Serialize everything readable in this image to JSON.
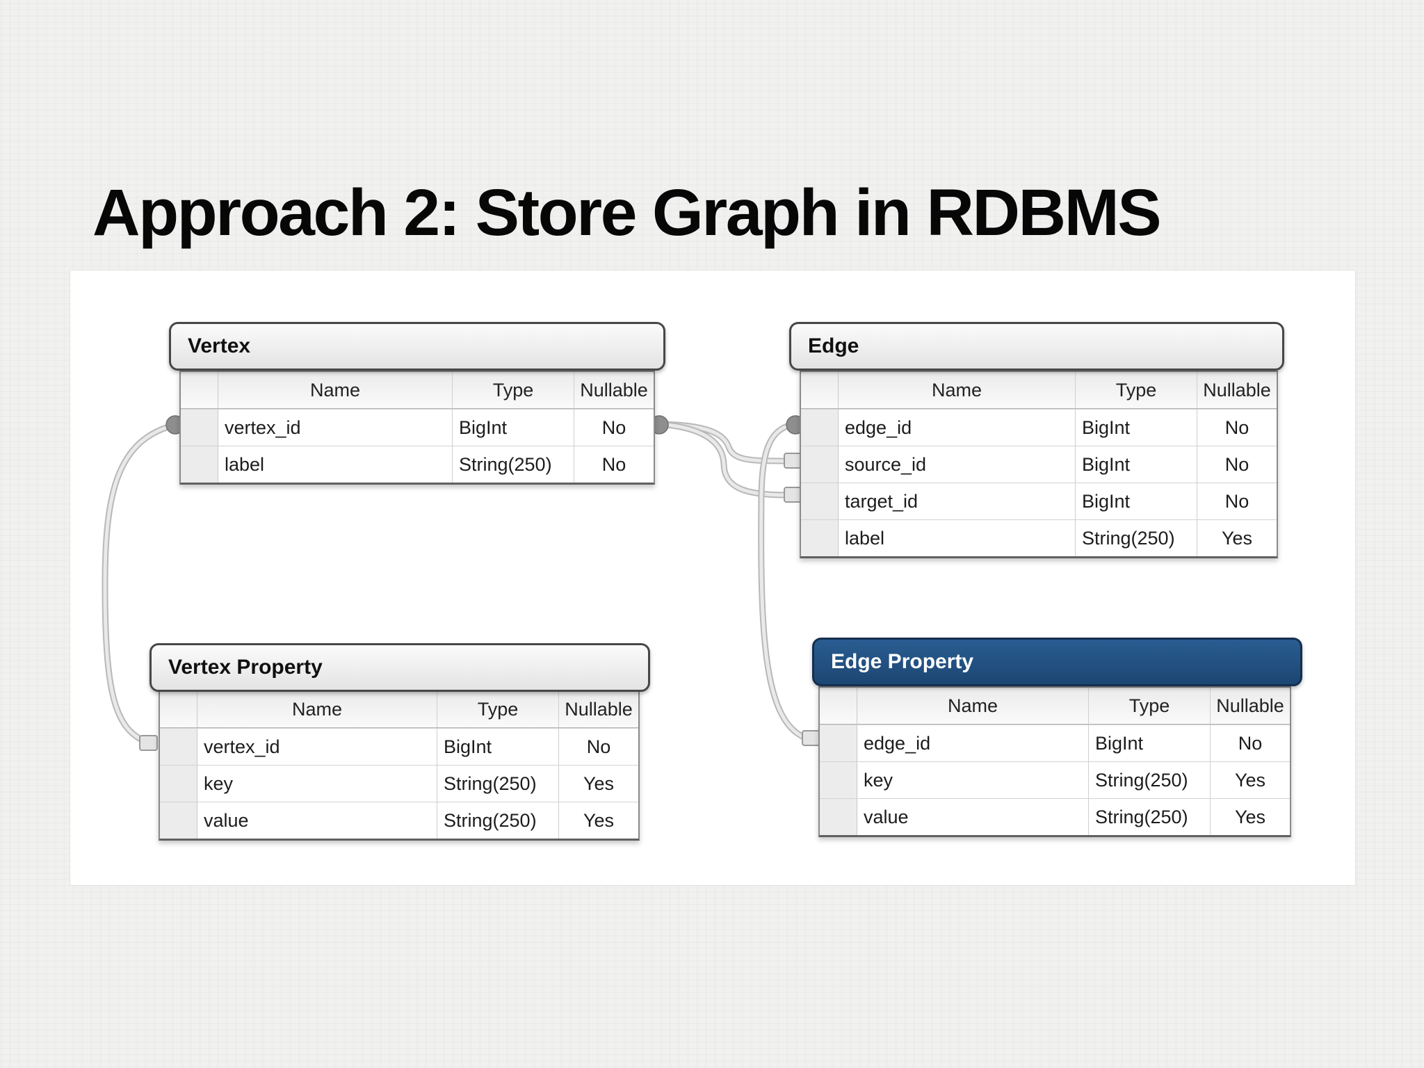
{
  "title": "Approach 2: Store Graph in RDBMS",
  "columns": [
    "Name",
    "Type",
    "Nullable"
  ],
  "tables": [
    {
      "id": "vertex",
      "title": "Vertex",
      "header_style": "light",
      "rows": [
        [
          "vertex_id",
          "BigInt",
          "No"
        ],
        [
          "label",
          "String(250)",
          "No"
        ]
      ]
    },
    {
      "id": "edge",
      "title": "Edge",
      "header_style": "light",
      "rows": [
        [
          "edge_id",
          "BigInt",
          "No"
        ],
        [
          "source_id",
          "BigInt",
          "No"
        ],
        [
          "target_id",
          "BigInt",
          "No"
        ],
        [
          "label",
          "String(250)",
          "Yes"
        ]
      ]
    },
    {
      "id": "vertex_property",
      "title": "Vertex Property",
      "header_style": "light",
      "rows": [
        [
          "vertex_id",
          "BigInt",
          "No"
        ],
        [
          "key",
          "String(250)",
          "Yes"
        ],
        [
          "value",
          "String(250)",
          "Yes"
        ]
      ]
    },
    {
      "id": "edge_property",
      "title": "Edge Property",
      "header_style": "dark",
      "rows": [
        [
          "edge_id",
          "BigInt",
          "No"
        ],
        [
          "key",
          "String(250)",
          "Yes"
        ],
        [
          "value",
          "String(250)",
          "Yes"
        ]
      ]
    }
  ],
  "relationships": [
    {
      "from": "Vertex.vertex_id",
      "to": "Vertex Property.vertex_id"
    },
    {
      "from": "Vertex.vertex_id",
      "to": "Edge.source_id"
    },
    {
      "from": "Vertex.vertex_id",
      "to": "Edge.target_id"
    },
    {
      "from": "Edge.edge_id",
      "to": "Edge Property.edge_id"
    }
  ],
  "colors": {
    "accent_table_header": "#1e4d7b",
    "table_header_light": "#e9e9e9",
    "connector_line": "#c6c6c6",
    "connector_node": "#8e8e8e",
    "panel_background": "#ffffff",
    "page_background": "#f1f1ef",
    "title_text": "#070707"
  }
}
